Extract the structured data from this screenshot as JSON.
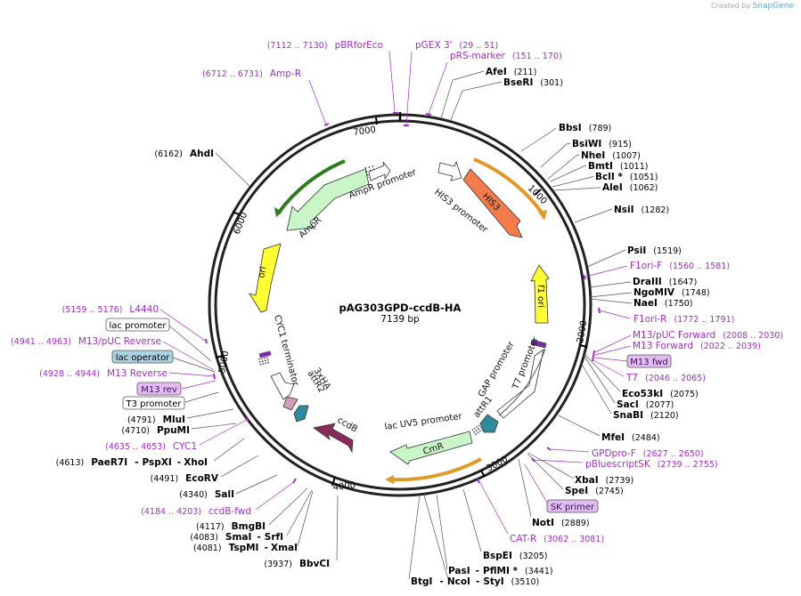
{
  "credit": {
    "prefix": "Created by",
    "brand": "SnapGene"
  },
  "plasmid": {
    "name": "pAG303GPD-ccdB-HA",
    "length_label": "7139 bp"
  },
  "ticks": [
    "1000",
    "2000",
    "3000",
    "4000",
    "5000",
    "6000",
    "7000"
  ],
  "enzymes": [
    {
      "id": "afei",
      "name": "AfeI",
      "pos": "(211)"
    },
    {
      "id": "bseri",
      "name": "BseRI",
      "pos": "(301)"
    },
    {
      "id": "bbsi",
      "name": "BbsI",
      "pos": "(789)"
    },
    {
      "id": "bsiwi",
      "name": "BsiWI",
      "pos": "(915)"
    },
    {
      "id": "nhei",
      "name": "NheI",
      "pos": "(1007)"
    },
    {
      "id": "bmti",
      "name": "BmtI",
      "pos": "(1011)"
    },
    {
      "id": "bcli",
      "name": "BclI *",
      "pos": "(1051)"
    },
    {
      "id": "alei",
      "name": "AleI",
      "pos": "(1062)"
    },
    {
      "id": "nsii",
      "name": "NsiI",
      "pos": "(1282)"
    },
    {
      "id": "psii",
      "name": "PsiI",
      "pos": "(1519)"
    },
    {
      "id": "draiii",
      "name": "DraIII",
      "pos": "(1647)"
    },
    {
      "id": "ngomiv",
      "name": "NgoMIV",
      "pos": "(1748)"
    },
    {
      "id": "naei",
      "name": "NaeI",
      "pos": "(1750)"
    },
    {
      "id": "eco53ki",
      "name": "Eco53kI",
      "pos": "(2075)"
    },
    {
      "id": "saci",
      "name": "SacI",
      "pos": "(2077)"
    },
    {
      "id": "snabi",
      "name": "SnaBI",
      "pos": "(2120)"
    },
    {
      "id": "mfei",
      "name": "MfeI",
      "pos": "(2484)"
    },
    {
      "id": "xbai",
      "name": "XbaI",
      "pos": "(2739)"
    },
    {
      "id": "spei",
      "name": "SpeI",
      "pos": "(2745)"
    },
    {
      "id": "noti",
      "name": "NotI",
      "pos": "(2889)"
    },
    {
      "id": "bspei",
      "name": "BspEI",
      "pos": "(3205)"
    },
    {
      "id": "pasi",
      "name": "PasI",
      "pos": "(3441)"
    },
    {
      "id": "pflmi",
      "name": "PflMI *",
      "pos": "(3441)"
    },
    {
      "id": "btgi",
      "name": "BtgI",
      "pos": "(3510)"
    },
    {
      "id": "ncoi",
      "name": "NcoI",
      "pos": "(3510)"
    },
    {
      "id": "styi",
      "name": "StyI",
      "pos": "(3510)"
    },
    {
      "id": "bbvci",
      "name": "BbvCI",
      "pos": "(3937)"
    },
    {
      "id": "tspmi",
      "name": "TspMI",
      "pos": "(4081)"
    },
    {
      "id": "xmai",
      "name": "XmaI",
      "pos": ""
    },
    {
      "id": "smai",
      "name": "SmaI",
      "pos": "(4083)"
    },
    {
      "id": "srfi",
      "name": "SrfI",
      "pos": ""
    },
    {
      "id": "bmgbi",
      "name": "BmgBI",
      "pos": "(4117)"
    },
    {
      "id": "sali",
      "name": "SalI",
      "pos": "(4340)"
    },
    {
      "id": "ecorv",
      "name": "EcoRV",
      "pos": "(4491)"
    },
    {
      "id": "paer7i",
      "name": "PaeR7I",
      "pos": "(4613)"
    },
    {
      "id": "pspxi",
      "name": "PspXI",
      "pos": ""
    },
    {
      "id": "xhoi",
      "name": "XhoI",
      "pos": ""
    },
    {
      "id": "ppumi",
      "name": "PpuMI",
      "pos": "(4710)"
    },
    {
      "id": "mlui",
      "name": "MluI",
      "pos": "(4791)"
    },
    {
      "id": "ahdi",
      "name": "AhdI",
      "pos": "(6162)"
    }
  ],
  "primers": [
    {
      "id": "pbrforeco",
      "name": "pBRforEco",
      "pos": "(7112 .. 7130)"
    },
    {
      "id": "pgex3",
      "name": "pGEX 3'",
      "pos": "(29 .. 51)"
    },
    {
      "id": "prs-marker",
      "name": "pRS-marker",
      "pos": "(151 .. 170)"
    },
    {
      "id": "amp-r",
      "name": "Amp-R",
      "pos": "(6712 .. 6731)"
    },
    {
      "id": "f1ori-f",
      "name": "F1ori-F",
      "pos": "(1560 .. 1581)"
    },
    {
      "id": "f1ori-r",
      "name": "F1ori-R",
      "pos": "(1772 .. 1791)"
    },
    {
      "id": "m13-puc-forward",
      "name": "M13/pUC Forward",
      "pos": "(2008 .. 2030)"
    },
    {
      "id": "m13-forward",
      "name": "M13 Forward",
      "pos": "(2022 .. 2039)"
    },
    {
      "id": "t7",
      "name": "T7",
      "pos": "(2046 .. 2065)"
    },
    {
      "id": "gpdpro-f",
      "name": "GPDpro-F",
      "pos": "(2627 .. 2650)"
    },
    {
      "id": "pbluescriptsk",
      "name": "pBluescriptSK",
      "pos": "(2739 .. 2755)"
    },
    {
      "id": "cat-r",
      "name": "CAT-R",
      "pos": "(3062 .. 3081)"
    },
    {
      "id": "ccdb-fwd",
      "name": "ccdB-fwd",
      "pos": "(4184 .. 4203)"
    },
    {
      "id": "cyc1",
      "name": "CYC1",
      "pos": "(4635 .. 4653)"
    },
    {
      "id": "m13-reverse",
      "name": "M13 Reverse",
      "pos": "(4928 .. 4944)"
    },
    {
      "id": "m13-puc-reverse",
      "name": "M13/pUC Reverse",
      "pos": "(4941 .. 4963)"
    },
    {
      "id": "l4440",
      "name": "L4440",
      "pos": "(5159 .. 5176)"
    }
  ],
  "boxed_labels": [
    {
      "id": "m13-fwd",
      "text": "M13 fwd",
      "style": "purple"
    },
    {
      "id": "sk-primer",
      "text": "SK primer",
      "style": "purple"
    },
    {
      "id": "lac-promoter",
      "text": "lac promoter",
      "style": "white"
    },
    {
      "id": "lac-operator",
      "text": "lac operator",
      "style": "blue"
    },
    {
      "id": "m13-rev",
      "text": "M13 rev",
      "style": "purple"
    },
    {
      "id": "t3-promoter",
      "text": "T3 promoter",
      "style": "white"
    }
  ],
  "features": [
    {
      "id": "his3",
      "text": "HIS3",
      "color": "#f47c4c"
    },
    {
      "id": "his3-promoter",
      "text": "HIS3 promoter",
      "color": "#ffffff"
    },
    {
      "id": "f1-ori",
      "text": "f1 ori",
      "color": "#ffff33"
    },
    {
      "id": "t7-promoter",
      "text": "T7 promoter",
      "color": "#ffffff"
    },
    {
      "id": "gap-promoter",
      "text": "GAP promoter",
      "color": "#ffffff"
    },
    {
      "id": "attr1",
      "text": "attR1",
      "color": "#2f8a9e"
    },
    {
      "id": "lac-uv5-promoter",
      "text": "lac UV5 promoter",
      "color": "#ffffff"
    },
    {
      "id": "cmr",
      "text": "CmR",
      "color": "#c9f5c9"
    },
    {
      "id": "ccdb",
      "text": "ccdB",
      "color": "#8b2a5a"
    },
    {
      "id": "attr2",
      "text": "attR2",
      "color": "#2f8a9e"
    },
    {
      "id": "3xha",
      "text": "3xHA",
      "color": "#d0a0b8"
    },
    {
      "id": "cyc1-terminator",
      "text": "CYC1 terminator",
      "color": "#ffffff"
    },
    {
      "id": "ori",
      "text": "ori",
      "color": "#ffff33"
    },
    {
      "id": "ampr",
      "text": "AmpR",
      "color": "#c9f5c9"
    },
    {
      "id": "ampr-promoter",
      "text": "AmpR promoter",
      "color": "#ffffff"
    }
  ]
}
